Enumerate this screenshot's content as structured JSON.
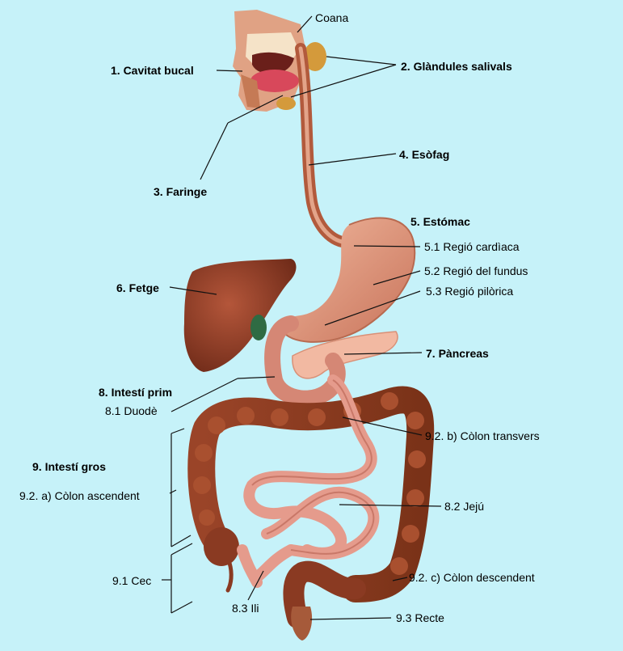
{
  "labels": {
    "coana": "Coana",
    "cavitat_bucal": "1. Cavitat bucal",
    "glandules_salivals": "2. Glàndules salivals",
    "faringe": "3. Faringe",
    "esofag": "4. Esòfag",
    "estomac": "5. Estómac",
    "regio_cardiaca": "5.1 Regió cardìaca",
    "regio_fundus": "5.2 Regió del fundus",
    "regio_pilorica": "5.3 Regió pilòrica",
    "fetge": "6. Fetge",
    "pancreas": "7.  Pàncreas",
    "intesti_prim": "8. Intestí prim",
    "duode": "8.1 Duodè",
    "colon_transvers": "9.2. b) Còlon transvers",
    "intesti_gros": "9. Intestí gros",
    "colon_ascendent": "9.2. a) Còlon ascendent",
    "jeju": "8.2 Jejú",
    "cec": "9.1 Cec",
    "colon_descendent": "9.2. c) Còlon descendent",
    "ili": "8.3 Ili",
    "recte": "9.3 Recte"
  },
  "colors": {
    "background": "#c6f2f9",
    "organ_dark": "#8a3a22",
    "organ_mid": "#b65a3e",
    "organ_light": "#e3a489",
    "intestine_pink": "#e7a294",
    "liver": "#8e3b26",
    "gallbladder": "#2f6b43",
    "pancreas": "#f2b9a2",
    "gland": "#d49a3b",
    "tongue": "#d8485b"
  }
}
